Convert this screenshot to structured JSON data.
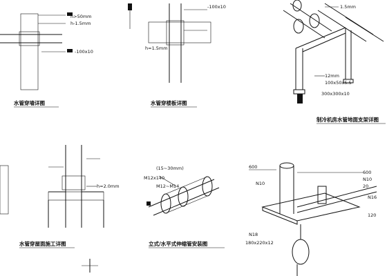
{
  "panels": {
    "p1": {
      "caption": "水管穿墙详图",
      "labels": [
        "h>50mm",
        "h-1.5mm",
        "-100x10"
      ]
    },
    "p2": {
      "caption": "水管穿楼板详图",
      "labels": [
        "-100x10",
        "h=1.5mm"
      ]
    },
    "p3": {
      "caption": "制冷机房水管地面支架详图",
      "labels": [
        "1.5mm",
        "12mm",
        "100x50x5.5",
        "300x300x10"
      ]
    },
    "p4": {
      "caption": "水管穿屋面施工详图",
      "labels": [
        "h=2.0mm"
      ]
    },
    "p5": {
      "caption": "立式/水平式伸缩管安装图",
      "labels": [
        "(15~30mm)",
        "M12x140",
        "M12~M14"
      ]
    },
    "p6": {
      "caption": "",
      "labels": [
        "600",
        "N10",
        "N10",
        "20",
        "N16",
        "N18",
        "120",
        "180x220x12"
      ]
    }
  }
}
